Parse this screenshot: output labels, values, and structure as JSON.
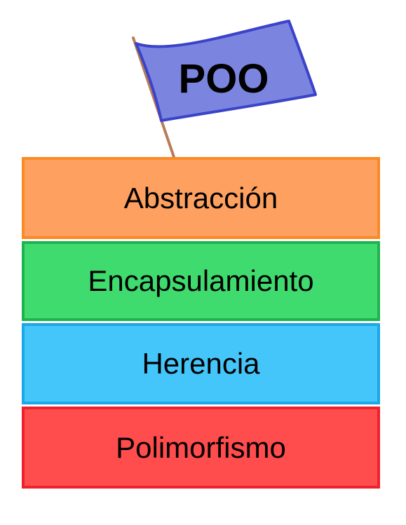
{
  "flag": {
    "label": "POO",
    "fill": "#7b85e0",
    "stroke": "#3b43c9",
    "pole_color": "#b87d56"
  },
  "layers": [
    {
      "label": "Abstracción",
      "fill": "#fda060",
      "border": "#f98a26"
    },
    {
      "label": "Encapsulamiento",
      "fill": "#3fdb6f",
      "border": "#1fb350"
    },
    {
      "label": "Herencia",
      "fill": "#45c6fb",
      "border": "#1ba7e8"
    },
    {
      "label": "Polimorfismo",
      "fill": "#ff4c4c",
      "border": "#ee222c"
    }
  ]
}
